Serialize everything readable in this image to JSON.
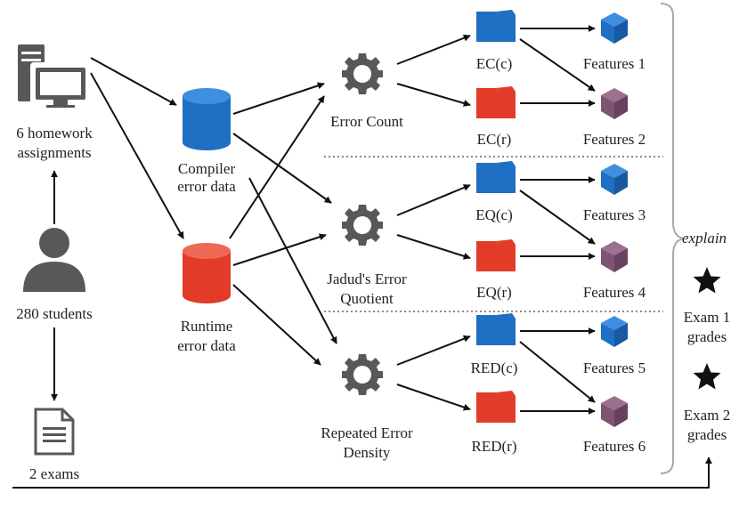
{
  "colors": {
    "blue": "#1f6fc5",
    "red": "#e23b27",
    "purple": "#7f5473",
    "gray": "#58585a",
    "arrow": "#111111",
    "brace": "#a9a9a9"
  },
  "sources": {
    "homework": {
      "line1": "6 homework",
      "line2": "assignments",
      "icon": "computer-icon"
    },
    "students": {
      "label": "280 students",
      "icon": "person-icon"
    },
    "exams": {
      "label": "2 exams",
      "icon": "document-icon"
    }
  },
  "data_stores": {
    "compiler": {
      "line1": "Compiler",
      "line2": "error data",
      "icon": "database-icon"
    },
    "runtime": {
      "line1": "Runtime",
      "line2": "error data",
      "icon": "database-icon"
    }
  },
  "metrics": {
    "ec": {
      "line1": "Error Count",
      "icon": "gear-icon"
    },
    "eq": {
      "line1": "Jadud's Error",
      "line2": "Quotient",
      "icon": "gear-icon"
    },
    "red": {
      "line1": "Repeated Error",
      "line2": "Density",
      "icon": "gear-icon"
    }
  },
  "folders": {
    "ec_c": "EC(c)",
    "ec_r": "EC(r)",
    "eq_c": "EQ(c)",
    "eq_r": "EQ(r)",
    "red_c": "RED(c)",
    "red_r": "RED(r)"
  },
  "features": {
    "f1": "Features 1",
    "f2": "Features 2",
    "f3": "Features 3",
    "f4": "Features 4",
    "f5": "Features 5",
    "f6": "Features 6"
  },
  "explain_label": "explain",
  "grades": {
    "exam1": {
      "line1": "Exam 1",
      "line2": "grades",
      "icon": "star-icon"
    },
    "exam2": {
      "line1": "Exam 2",
      "line2": "grades",
      "icon": "star-icon"
    }
  }
}
